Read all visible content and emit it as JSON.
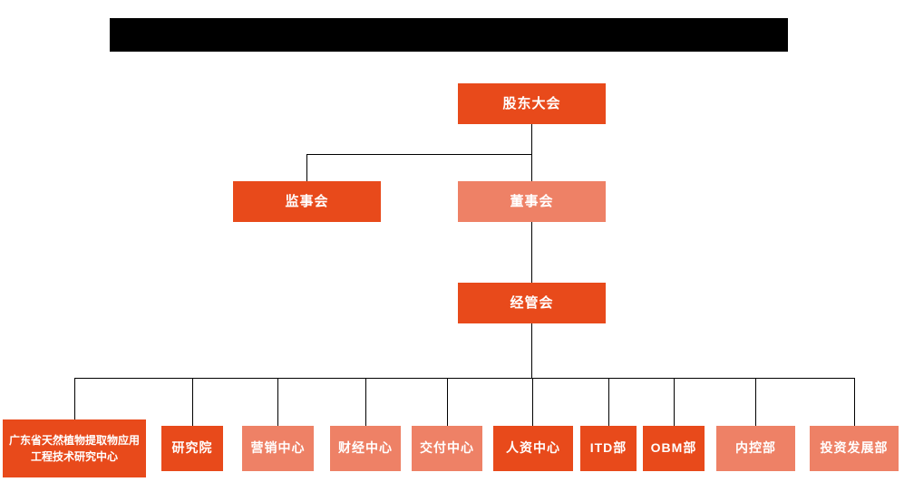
{
  "colors": {
    "primary_orange": "#E84A1B",
    "light_salmon": "#EE8166",
    "connector_black": "#000000",
    "redacted_bar_black": "#000000"
  },
  "org_chart": {
    "level1": {
      "label": "股东大会",
      "tone": "primary"
    },
    "level2": [
      {
        "label": "监事会",
        "tone": "primary"
      },
      {
        "label": "董事会",
        "tone": "light"
      }
    ],
    "level3": {
      "label": "经管会",
      "tone": "primary"
    },
    "level4": [
      {
        "label": "广东省天然植物提取物应用工程技术研究中心",
        "tone": "primary"
      },
      {
        "label": "研究院",
        "tone": "primary"
      },
      {
        "label": "营销中心",
        "tone": "light"
      },
      {
        "label": "财经中心",
        "tone": "light"
      },
      {
        "label": "交付中心",
        "tone": "light"
      },
      {
        "label": "人资中心",
        "tone": "primary"
      },
      {
        "label": "ITD部",
        "tone": "primary"
      },
      {
        "label": "OBM部",
        "tone": "primary"
      },
      {
        "label": "内控部",
        "tone": "light"
      },
      {
        "label": "投资发展部",
        "tone": "light"
      }
    ]
  }
}
